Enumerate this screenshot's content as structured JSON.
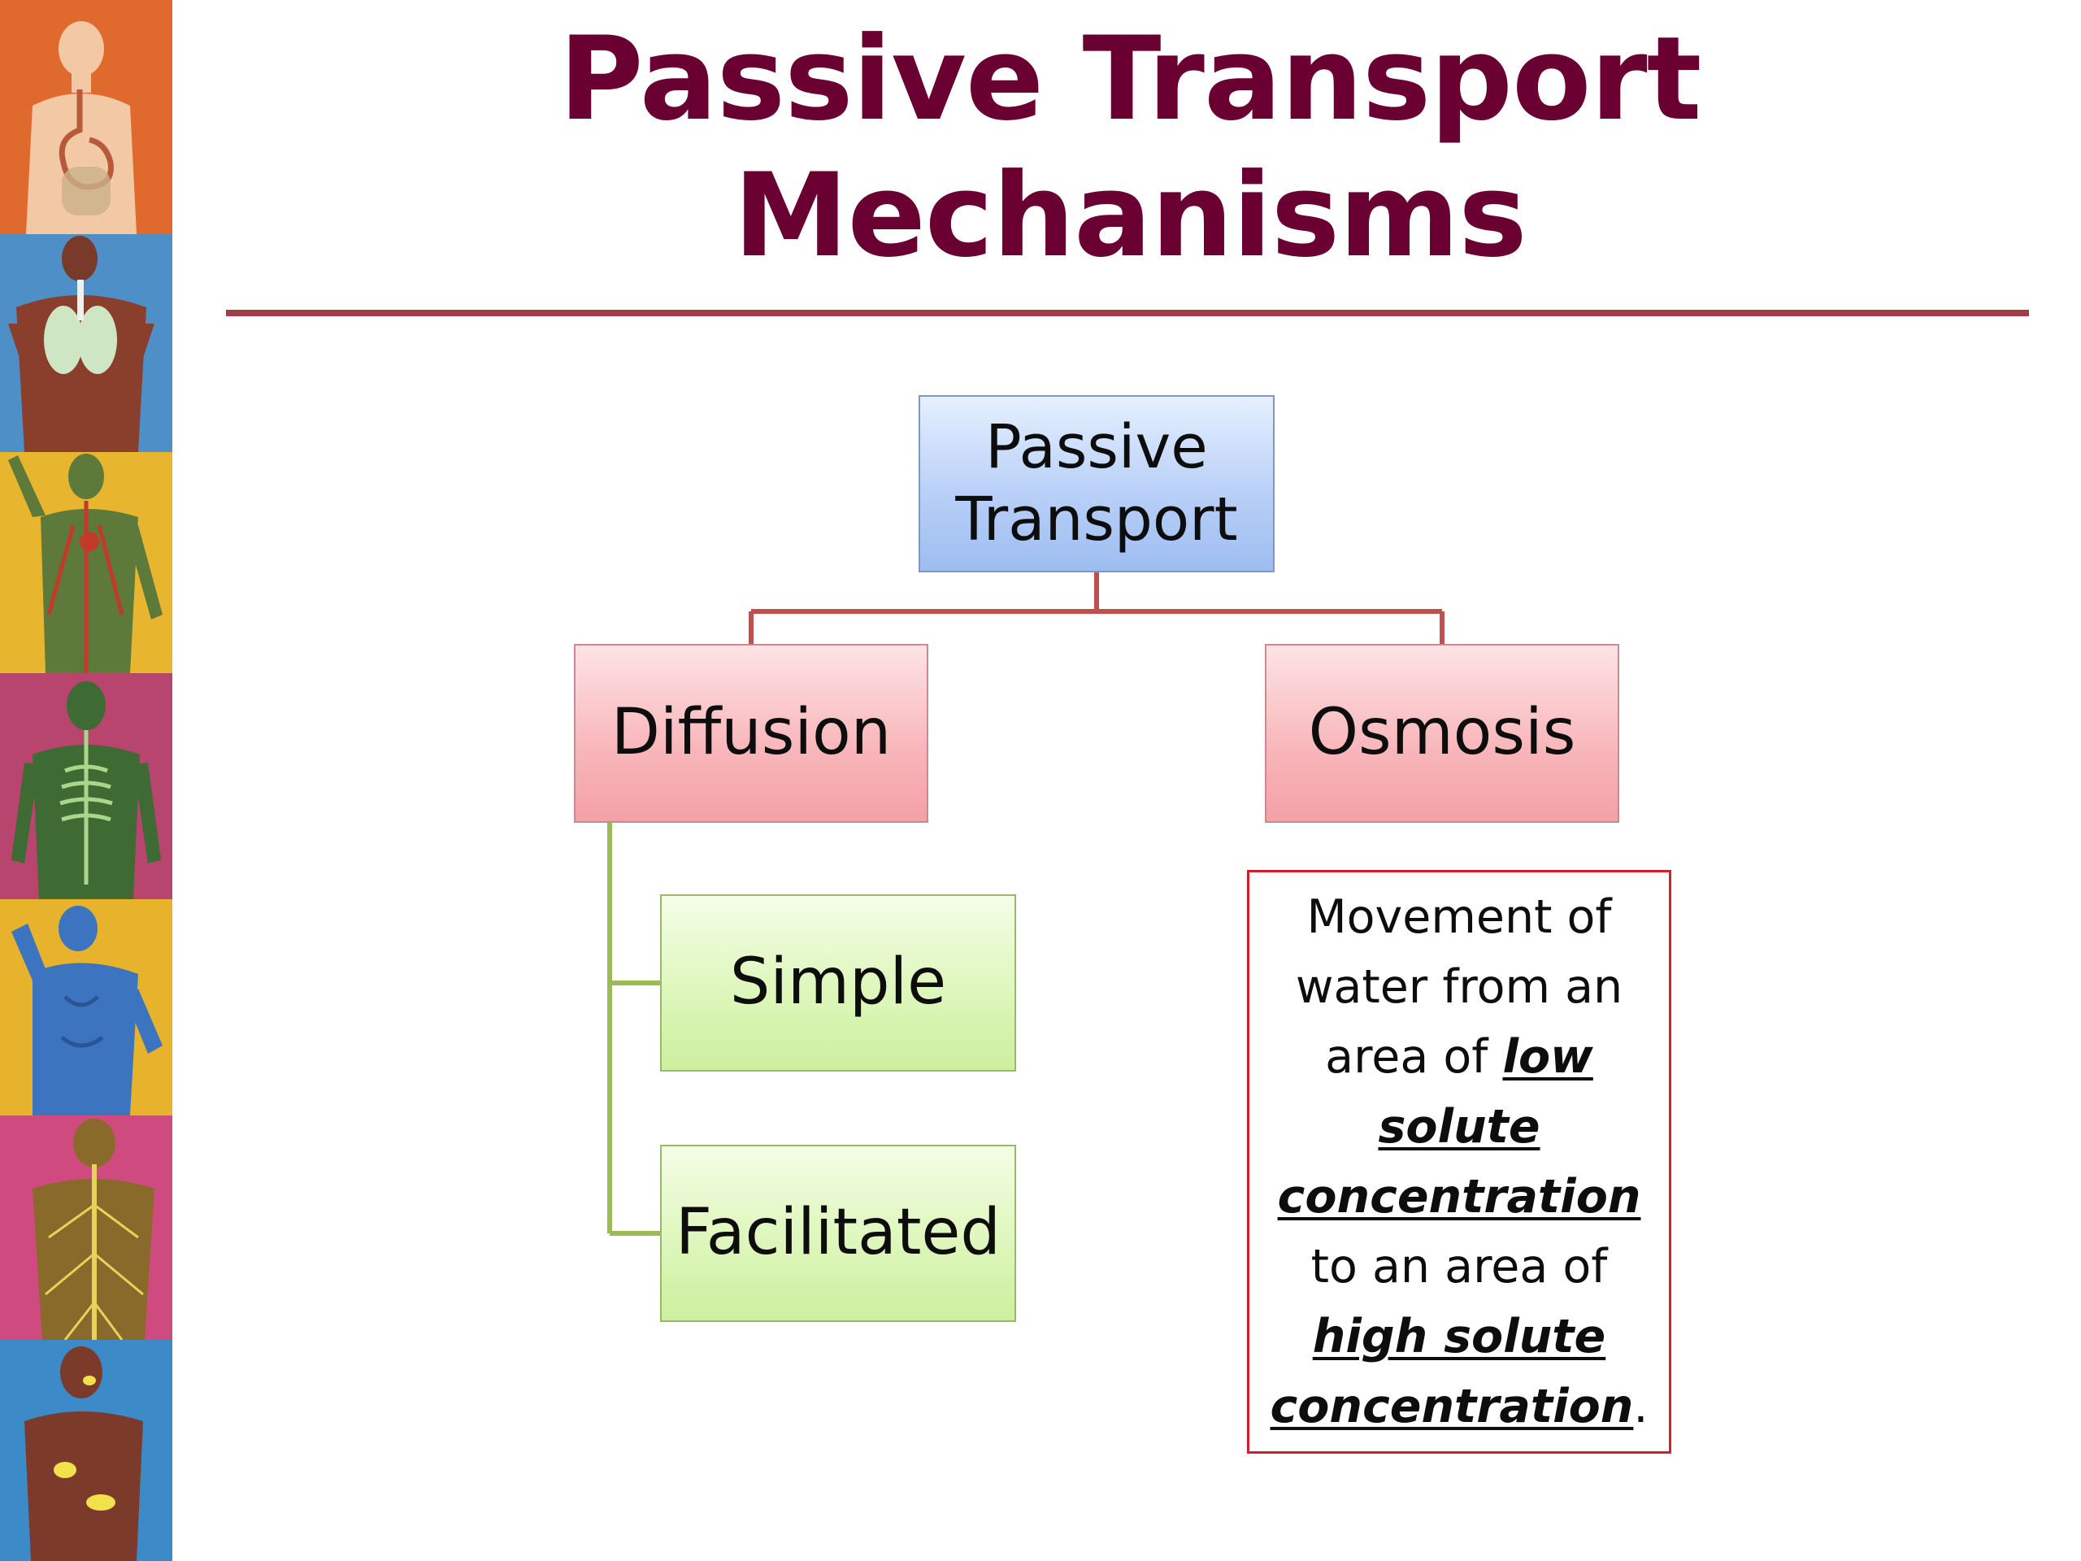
{
  "title": {
    "line1": "Passive Transport",
    "line2": "Mechanisms"
  },
  "diagram": {
    "root": "Passive Transport",
    "children": [
      {
        "label": "Diffusion",
        "subtypes": [
          "Simple",
          "Facilitated"
        ]
      },
      {
        "label": "Osmosis"
      }
    ],
    "osmosis_definition": {
      "line1": "Movement of",
      "line2": "water from an",
      "line3_plain": "area of ",
      "line3_em": "low",
      "line4_em": "solute",
      "line5_em": "concentration",
      "line6": "to an area of",
      "line7_em": "high solute",
      "line8_em": "concentration",
      "line8_tail": "."
    }
  },
  "colors": {
    "title": "#6a0032",
    "rule": "#a33c44",
    "root_fill": "#b9d0f7",
    "child_fill": "#f8b6ba",
    "subtype_fill": "#dcf6b8",
    "root_connector": "#c0504d",
    "sub_connector": "#9bbb59",
    "definition_border": "#d0202a"
  },
  "side_strip": {
    "panels": [
      "digestive-system-icon",
      "respiratory-system-icon",
      "circulatory-system-icon",
      "skeletal-system-icon",
      "muscular-system-icon",
      "nervous-system-icon",
      "endocrine-system-icon"
    ]
  }
}
